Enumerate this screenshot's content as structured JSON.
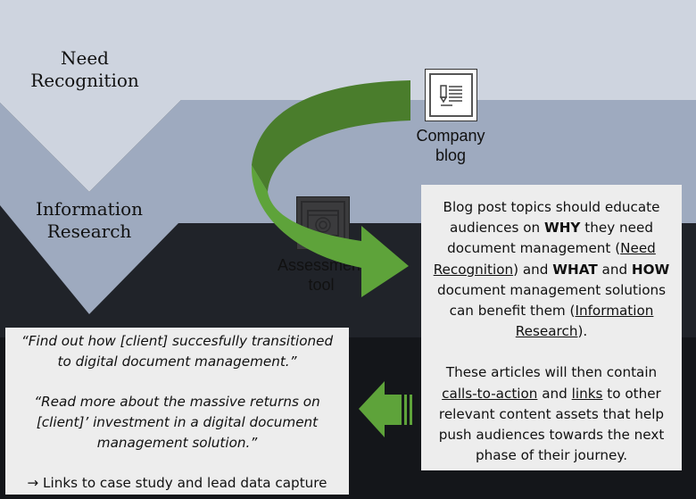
{
  "stages": [
    {
      "label_line1": "Need",
      "label_line2": "Recognition"
    },
    {
      "label_line1": "Information",
      "label_line2": "Research"
    }
  ],
  "icons": {
    "blog": {
      "caption_line1": "Company",
      "caption_line2": "blog",
      "icon": "blog-post-icon"
    },
    "asset": {
      "caption_line1": "Assessment",
      "caption_line2": "tool",
      "icon": "target-window-icon"
    }
  },
  "right_box": {
    "p1": {
      "t1": "Blog post topics should educate audiences on ",
      "b1": "WHY",
      "t2": " they need document management (",
      "u1": "Need Recognition",
      "t3": ") and ",
      "b2": "WHAT",
      "t4": " and ",
      "b3": "HOW",
      "t5": " document management solutions can benefit them (",
      "u2": "Information Research",
      "t6": ")."
    },
    "p2": {
      "t1": "These articles will then contain ",
      "u1": "calls-to-action",
      "t2": " and ",
      "u2": "links",
      "t3": " to other relevant content assets that help push audiences towards the next phase of their journey."
    }
  },
  "left_box": {
    "quote1": "“Find out how [client] succesfully transitioned to digital document management.”",
    "quote2": "“Read more about the massive returns on [client]’ investment in a digital document management solution.”",
    "arrow_glyph": "→",
    "footer": "Links to case study and lead data capture"
  },
  "colors": {
    "band1": "#ced4df",
    "band2": "#9eaabf",
    "band3": "#202329",
    "band4": "#14161a",
    "green_dark": "#4a7d2c",
    "green_light": "#5ea33a",
    "box": "#ededed"
  }
}
